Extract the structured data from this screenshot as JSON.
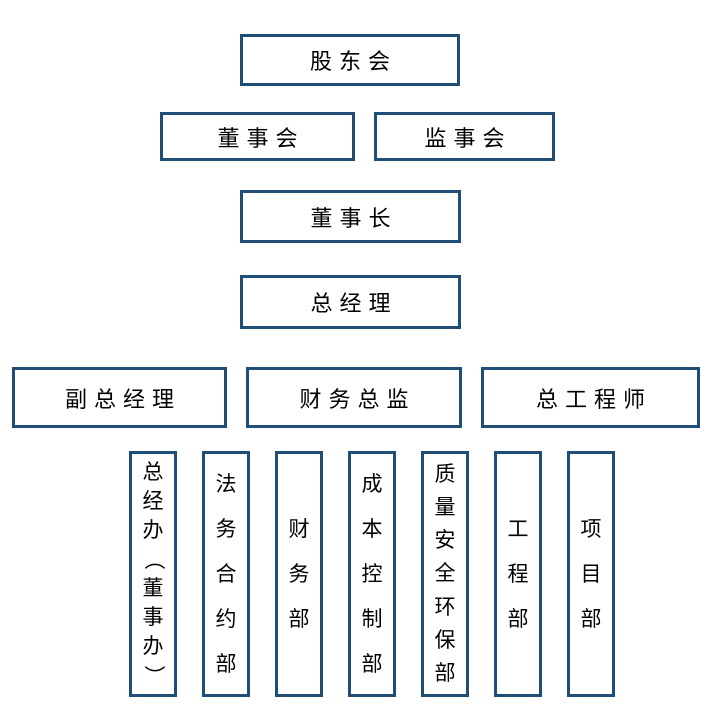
{
  "colors": {
    "border": "#1f4e79",
    "text": "#000000",
    "background": "#ffffff"
  },
  "rows": [
    {
      "level": 1,
      "orientation": "horizontal",
      "boxes": [
        {
          "key": "shareholders-meeting",
          "label": "股东会"
        }
      ]
    },
    {
      "level": 2,
      "orientation": "horizontal",
      "boxes": [
        {
          "key": "board-of-directors",
          "label": "董事会"
        },
        {
          "key": "supervisory-board",
          "label": "监事会"
        }
      ]
    },
    {
      "level": 3,
      "orientation": "horizontal",
      "boxes": [
        {
          "key": "chairman",
          "label": "董事长"
        }
      ]
    },
    {
      "level": 4,
      "orientation": "horizontal",
      "boxes": [
        {
          "key": "general-manager",
          "label": "总经理"
        }
      ]
    },
    {
      "level": 5,
      "orientation": "horizontal",
      "boxes": [
        {
          "key": "deputy-general-manager",
          "label": "副总经理"
        },
        {
          "key": "finance-director",
          "label": "财务总监"
        },
        {
          "key": "chief-engineer",
          "label": "总工程师"
        }
      ]
    },
    {
      "level": 6,
      "orientation": "vertical",
      "boxes": [
        {
          "key": "gm-office-board-office",
          "label": "总经办（董事办）"
        },
        {
          "key": "legal-contracts-dept",
          "label": "法务合约部"
        },
        {
          "key": "finance-dept",
          "label": "财务部"
        },
        {
          "key": "cost-control-dept",
          "label": "成本控制部"
        },
        {
          "key": "quality-safety-env-dept",
          "label": "质量安全环保部"
        },
        {
          "key": "engineering-dept",
          "label": "工程部"
        },
        {
          "key": "project-dept",
          "label": "项目部"
        }
      ]
    }
  ]
}
